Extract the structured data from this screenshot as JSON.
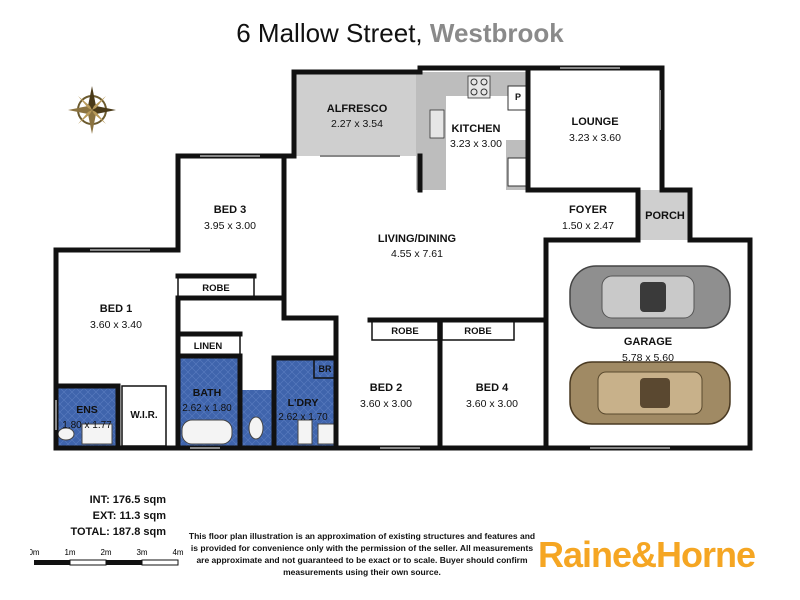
{
  "title": {
    "street": "6 Mallow Street,",
    "suburb": "Westbrook"
  },
  "rooms": {
    "alfresco": {
      "name": "ALFRESCO",
      "dims": "2.27 x 3.54"
    },
    "kitchen": {
      "name": "KITCHEN",
      "dims": "3.23 x 3.00"
    },
    "lounge": {
      "name": "LOUNGE",
      "dims": "3.23 x 3.60"
    },
    "bed3": {
      "name": "BED 3",
      "dims": "3.95 x 3.00"
    },
    "living": {
      "name": "LIVING/DINING",
      "dims": "4.55 x 7.61"
    },
    "foyer": {
      "name": "FOYER",
      "dims": "1.50 x 2.47"
    },
    "porch": {
      "name": "PORCH"
    },
    "bed1": {
      "name": "BED 1",
      "dims": "3.60 x 3.40"
    },
    "robe3": {
      "name": "ROBE"
    },
    "garage": {
      "name": "GARAGE",
      "dims": "5.78 x 5.60"
    },
    "linen": {
      "name": "LINEN"
    },
    "robe2": {
      "name": "ROBE"
    },
    "robe4": {
      "name": "ROBE"
    },
    "ens": {
      "name": "ENS",
      "dims": "1.80 x 1.77"
    },
    "wir": {
      "name": "W.I.R."
    },
    "bath": {
      "name": "BATH",
      "dims": "2.62 x 1.80"
    },
    "ldry": {
      "name": "L'DRY",
      "dims": "2.62 x 1.70"
    },
    "br": {
      "name": "BR"
    },
    "bed2": {
      "name": "BED 2",
      "dims": "3.60 x 3.00"
    },
    "bed4": {
      "name": "BED 4",
      "dims": "3.60 x 3.00"
    },
    "pantry": {
      "name": "P"
    }
  },
  "areas": {
    "int": "INT: 176.5 sqm",
    "ext": "EXT: 11.3 sqm",
    "total": "TOTAL: 187.8 sqm"
  },
  "scale_labels": [
    "0m",
    "1m",
    "2m",
    "3m",
    "4m"
  ],
  "disclaimer": "This floor plan illustration is an approximation of existing structures and features and is provided for convenience only with the permission of the seller. All measurements are approximate and not guaranteed to be exact or to scale. Buyer should confirm measurements using their own source.",
  "logo": "Raine&Horne",
  "colors": {
    "wet_area": "#3b5fa6",
    "alfresco": "#cfcfcf",
    "kitchen_bench": "#bdbdbd",
    "logo": "#f5a623",
    "suburb": "#8a8a8a"
  }
}
